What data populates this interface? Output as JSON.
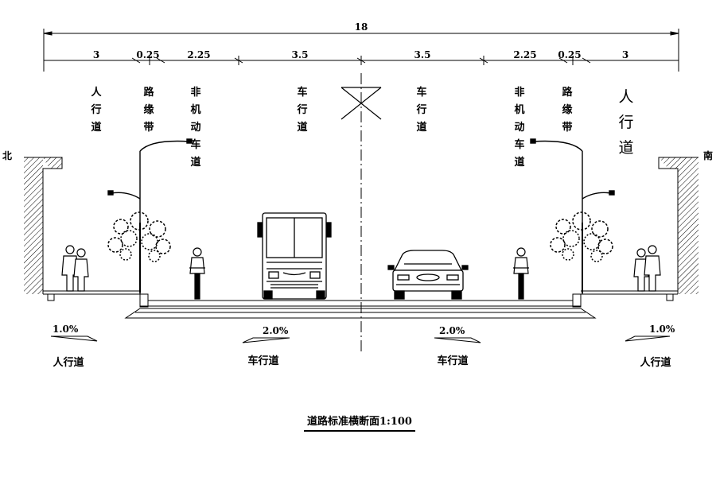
{
  "dimensions": {
    "total": "18",
    "segments": [
      "3",
      "0.25",
      "2.25",
      "3.5",
      "3.5",
      "2.25",
      "0.25",
      "3"
    ]
  },
  "lane_labels": {
    "left": [
      {
        "text": "人行道"
      },
      {
        "text": "路缘带"
      },
      {
        "text": "非机动车道"
      },
      {
        "text": "车行道"
      }
    ],
    "right": [
      {
        "text": "车行道"
      },
      {
        "text": "非机动车道"
      },
      {
        "text": "路缘带"
      },
      {
        "text": "人行道"
      }
    ]
  },
  "directions": {
    "north": "北",
    "south": "南"
  },
  "slopes": {
    "left_sidewalk": "1.0%",
    "left_roadway": "2.0%",
    "right_roadway": "2.0%",
    "right_sidewalk": "1.0%"
  },
  "bottom_labels": {
    "left_sidewalk": "人行道",
    "left_roadway": "车行道",
    "right_roadway": "车行道",
    "right_sidewalk": "人行道"
  },
  "title": "道路标准横断面1:100",
  "colors": {
    "line": "#000000",
    "background": "#ffffff"
  }
}
